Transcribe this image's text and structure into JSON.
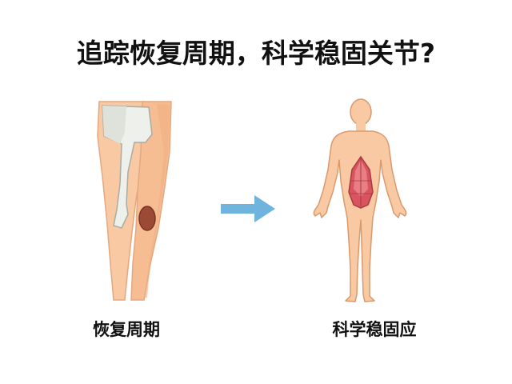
{
  "title": "追踪恢复周期，科学稳固关节?",
  "left_caption": "恢复周期",
  "right_caption": "科学稳固应",
  "colors": {
    "skin": "#f8c9a2",
    "skin_shade": "#f2b285",
    "outline": "#d9996c",
    "bone": "#eef0ec",
    "bone_outline": "#a9aca2",
    "bruise": "#9a4a35",
    "arrow": "#6fb3df",
    "muscle": "#d9545e",
    "muscle_light": "#ec8a8f"
  },
  "icons": {
    "left": "leg-knee-icon",
    "middle": "arrow-right-icon",
    "right": "human-body-muscle-icon"
  }
}
